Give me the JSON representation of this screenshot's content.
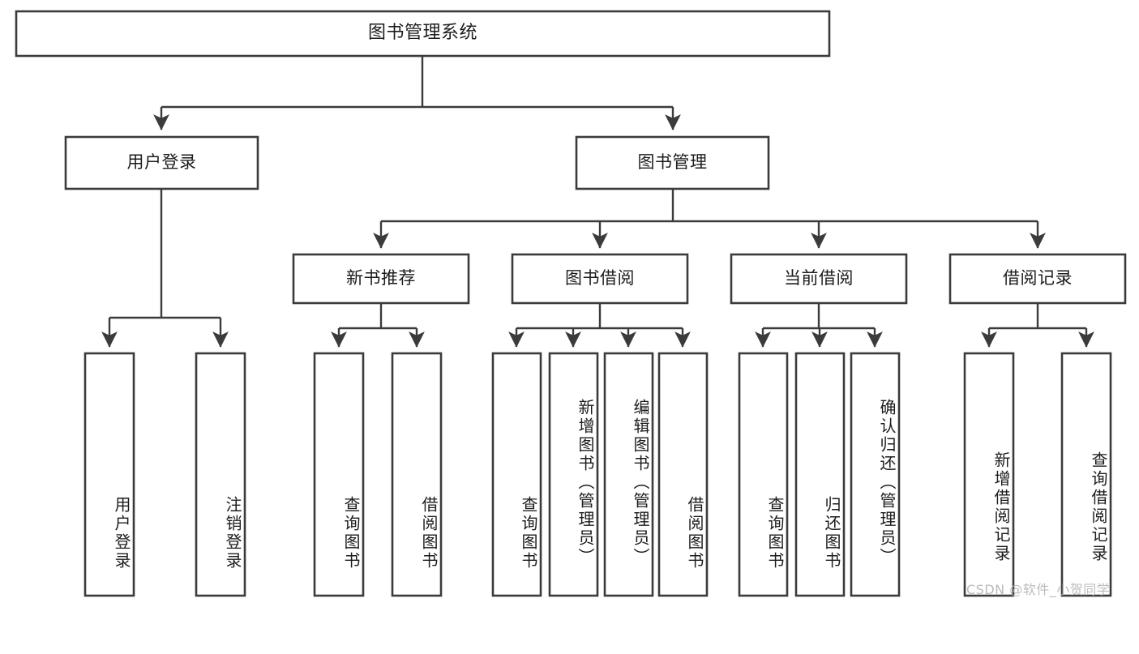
{
  "diagram": {
    "type": "tree-flowchart",
    "title_node": {
      "id": "root",
      "label": "图书管理系统"
    },
    "level2": [
      {
        "id": "user-login",
        "label": "用户登录"
      },
      {
        "id": "book-manage",
        "label": "图书管理"
      }
    ],
    "level3": [
      {
        "id": "new-book-recommend",
        "label": "新书推荐",
        "parent": "book-manage"
      },
      {
        "id": "book-borrow",
        "label": "图书借阅",
        "parent": "book-manage"
      },
      {
        "id": "current-borrow",
        "label": "当前借阅",
        "parent": "book-manage"
      },
      {
        "id": "borrow-record",
        "label": "借阅记录",
        "parent": "book-manage"
      }
    ],
    "leaves": [
      {
        "id": "leaf-user-login",
        "label": "用户登录",
        "parent": "user-login"
      },
      {
        "id": "leaf-logout-login",
        "label": "注销登录",
        "parent": "user-login"
      },
      {
        "id": "leaf-query-book-1",
        "label": "查询图书",
        "parent": "new-book-recommend"
      },
      {
        "id": "leaf-borrow-book-1",
        "label": "借阅图书",
        "parent": "new-book-recommend"
      },
      {
        "id": "leaf-query-book-2",
        "label": "查询图书",
        "parent": "book-borrow"
      },
      {
        "id": "leaf-add-book",
        "label": "新增图书（管理员）",
        "parent": "book-borrow"
      },
      {
        "id": "leaf-edit-book",
        "label": "编辑图书（管理员）",
        "parent": "book-borrow"
      },
      {
        "id": "leaf-borrow-book-2",
        "label": "借阅图书",
        "parent": "book-borrow"
      },
      {
        "id": "leaf-query-book-3",
        "label": "查询图书",
        "parent": "current-borrow"
      },
      {
        "id": "leaf-return-book",
        "label": "归还图书",
        "parent": "current-borrow"
      },
      {
        "id": "leaf-confirm-return",
        "label": "确认归还（管理员）",
        "parent": "current-borrow"
      },
      {
        "id": "leaf-add-borrow-record",
        "label": "新增借阅记录",
        "parent": "borrow-record"
      },
      {
        "id": "leaf-query-borrow-record",
        "label": "查询借阅记录",
        "parent": "borrow-record"
      }
    ],
    "colors": {
      "node_border": "#3b3b3b",
      "node_fill": "#ffffff",
      "edge": "#3b3b3b",
      "text": "#1c1c1c",
      "watermark": "#b8b8b8",
      "background": "#ffffff"
    }
  },
  "watermark": {
    "text": "CSDN @软件_小贺同学"
  }
}
